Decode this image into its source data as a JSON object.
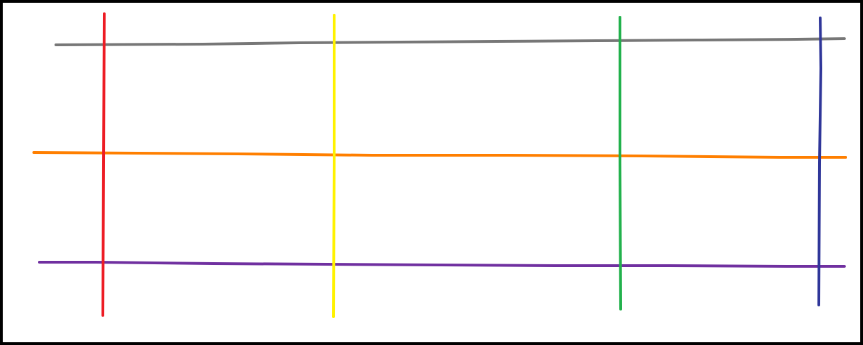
{
  "canvas": {
    "background": "#ffffff",
    "border_color": "#000000"
  },
  "lines": {
    "horizontal": [
      {
        "id": "top-line",
        "color": "#777777"
      },
      {
        "id": "middle-line",
        "color": "#ff7f00"
      },
      {
        "id": "bottom-line",
        "color": "#7030a0"
      }
    ],
    "vertical": [
      {
        "id": "red-line",
        "color": "#ed1c24"
      },
      {
        "id": "yellow-line",
        "color": "#fff200"
      },
      {
        "id": "green-line",
        "color": "#22b14c"
      },
      {
        "id": "blue-line",
        "color": "#2f3699"
      }
    ]
  }
}
